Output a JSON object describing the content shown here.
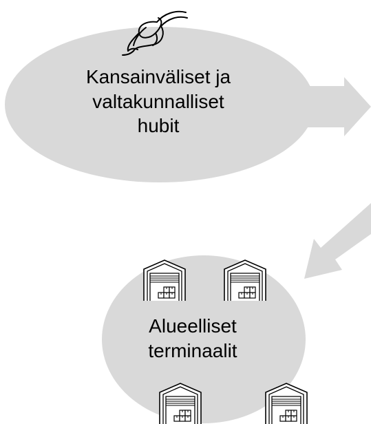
{
  "hub_node": {
    "lines": [
      "Kansainväliset ja",
      "valtakunnalliset",
      "hubit"
    ],
    "icon": "knot-icon"
  },
  "terminal_node": {
    "lines": [
      "Alueelliset",
      "terminaalit"
    ],
    "icon": "warehouse-icon"
  },
  "colors": {
    "ellipse_fill": "#d9d9d9",
    "arrow_fill": "#d9d9d9",
    "text": "#000000",
    "icon_stroke": "#000000"
  }
}
